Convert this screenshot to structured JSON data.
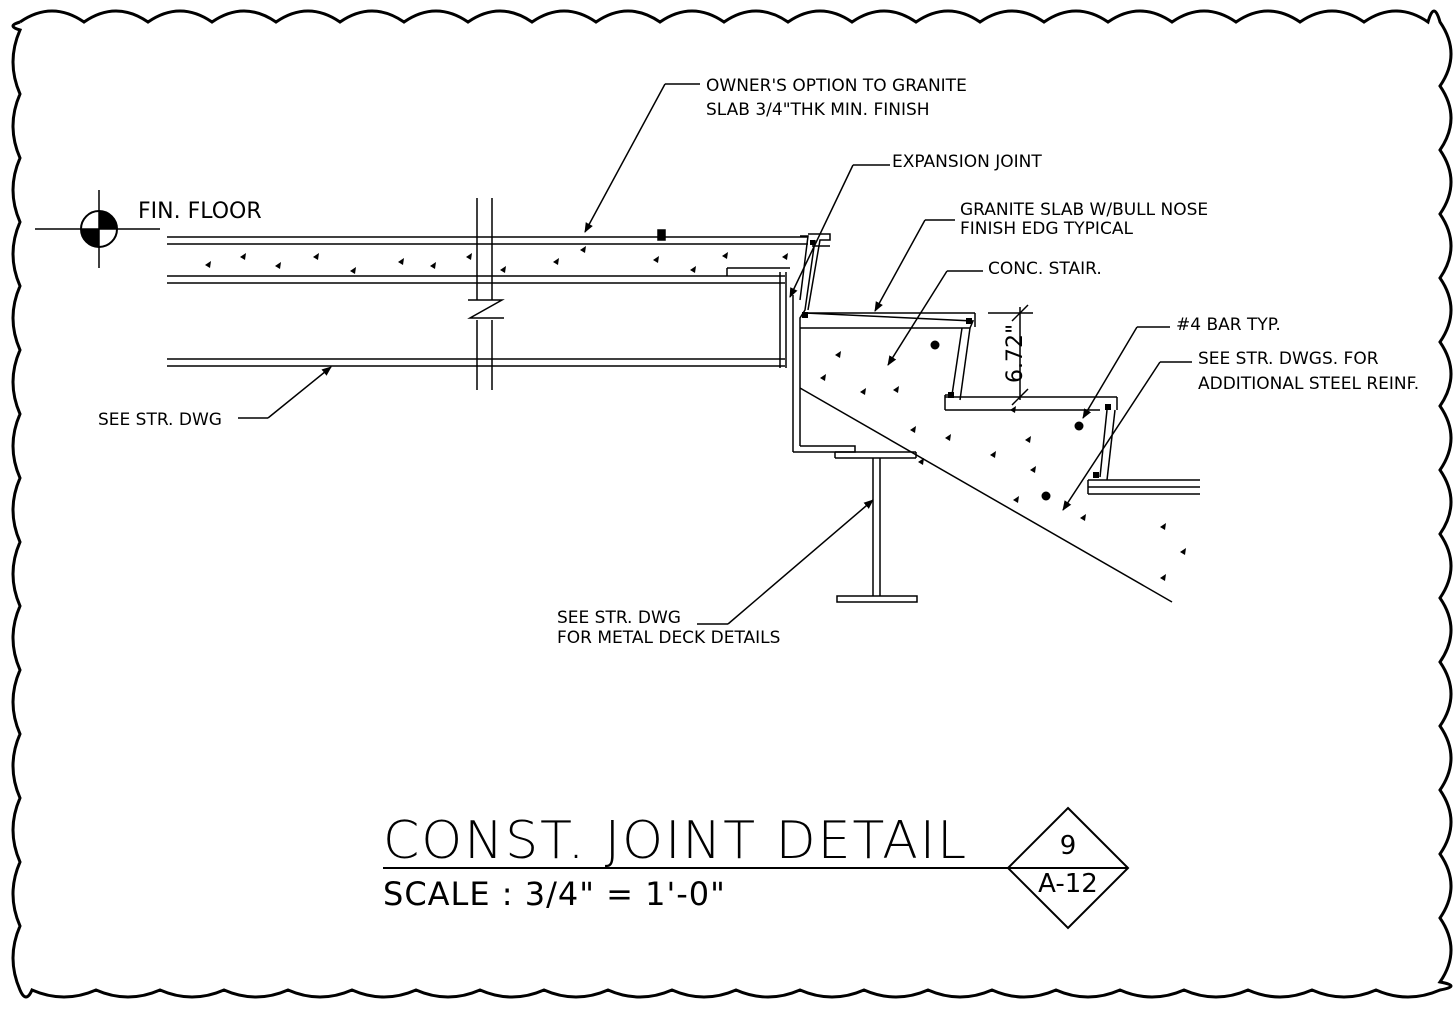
{
  "labels": {
    "owners_option_1": "OWNER'S OPTION TO GRANITE",
    "owners_option_2": "SLAB 3/4\"THK MIN. FINISH",
    "expansion_joint": "EXPANSION JOINT",
    "granite_slab_1": "GRANITE SLAB W/BULL NOSE",
    "granite_slab_2": "FINISH EDG TYPICAL",
    "conc_stair": "CONC. STAIR.",
    "bar_typ": "#4 BAR TYP.",
    "see_str_dwgs_1": "SEE STR. DWGS. FOR",
    "see_str_dwgs_2": "ADDITIONAL STEEL REINF.",
    "fin_floor": "FIN. FLOOR",
    "see_str_dwg": "SEE STR. DWG",
    "metal_deck_1": "SEE STR. DWG",
    "metal_deck_2": "FOR METAL DECK DETAILS",
    "dimension": "6.72\""
  },
  "title_block": {
    "title": "CONST. JOINT DETAIL",
    "scale": "SCALE : 3/4\" = 1'-0\"",
    "detail_number": "9",
    "sheet_number": "A-12"
  }
}
